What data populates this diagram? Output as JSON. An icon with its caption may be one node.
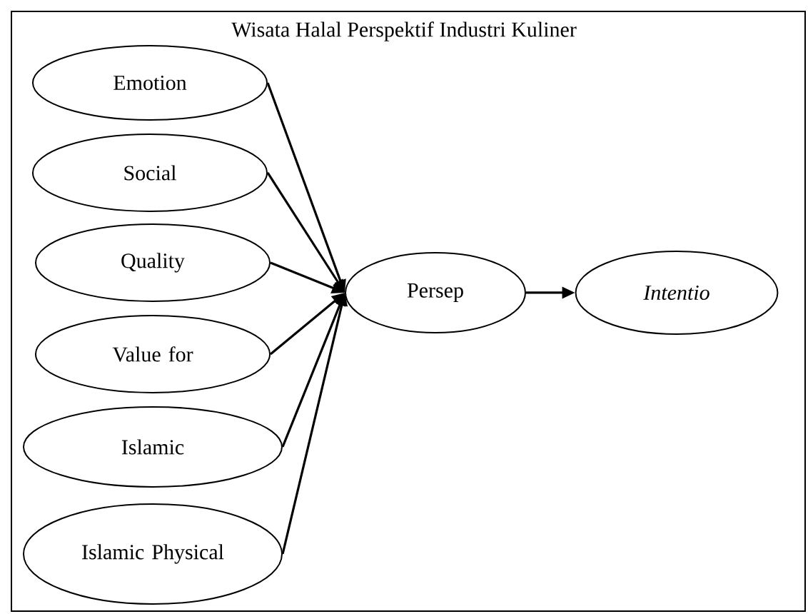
{
  "diagram": {
    "title": "Wisata Halal Perspektif Industri Kuliner",
    "nodes": [
      {
        "text": [
          "Emotion"
        ]
      },
      {
        "text": [
          "Social"
        ]
      },
      {
        "text": [
          "Quality"
        ]
      },
      {
        "text": [
          "Value for"
        ]
      },
      {
        "text": [
          "Islamic"
        ]
      },
      {
        "text": [
          "Islamic Physical"
        ]
      },
      {
        "text": [
          "Persep"
        ]
      },
      {
        "text": [
          "Intentio"
        ]
      }
    ],
    "edges": [
      {
        "from": 0,
        "to": 6,
        "arrow": "to"
      },
      {
        "from": 1,
        "to": 6,
        "arrow": "to"
      },
      {
        "from": 2,
        "to": 6,
        "arrow": "to"
      },
      {
        "from": 3,
        "to": 6,
        "arrow": "to"
      },
      {
        "from": 4,
        "to": 6,
        "arrow": "to"
      },
      {
        "from": 5,
        "to": 6,
        "arrow": "to"
      },
      {
        "from": 6,
        "to": 7,
        "arrow": "to"
      }
    ]
  }
}
